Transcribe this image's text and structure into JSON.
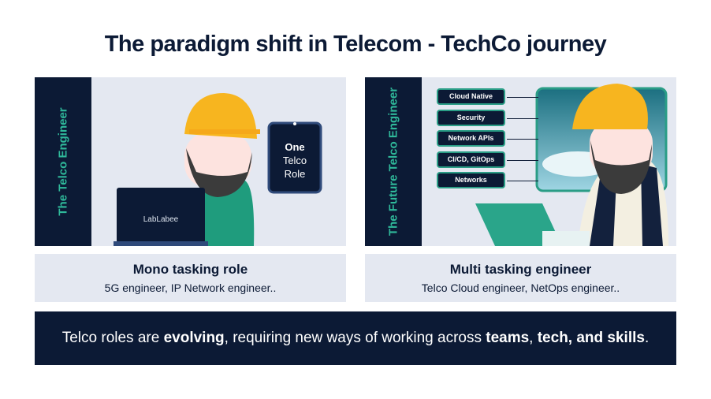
{
  "title": "The paradigm shift in Telecom - TechCo journey",
  "left": {
    "side_label": "The Telco Engineer",
    "laptop_brand": "LabLabee",
    "tablet": {
      "line1": "One",
      "line2": "Telco",
      "line3": "Role"
    },
    "caption_title": "Mono tasking role",
    "caption_sub": "5G engineer, IP Network engineer.."
  },
  "right": {
    "side_label": "The Future Telco Engineer",
    "skills": [
      "Cloud Native",
      "Security",
      "Network APIs",
      "CI/CD, GitOps",
      "Networks"
    ],
    "caption_title": "Multi tasking engineer",
    "caption_sub": "Telco Cloud engineer, NetOps engineer.."
  },
  "banner": {
    "p1": "Telco roles are ",
    "b1": "evolving",
    "p2": ", requiring new ways of working across ",
    "b2": "teams",
    "p3": ", ",
    "b3": "tech, and skills",
    "p4": "."
  }
}
